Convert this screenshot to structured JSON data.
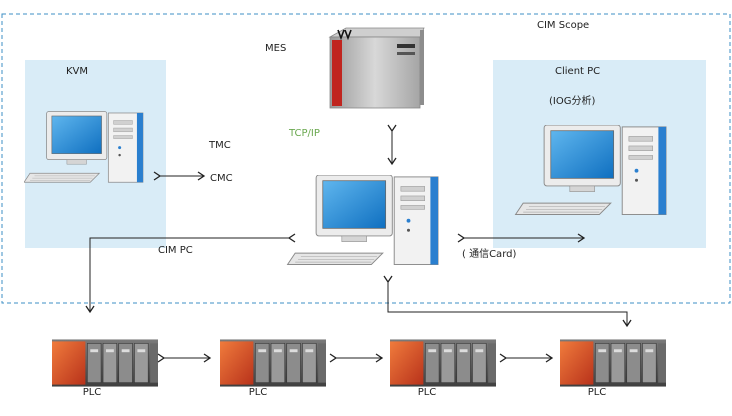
{
  "labels": {
    "cim_scope": "CIM Scope",
    "mes": "MES",
    "kvm": "KVM",
    "client_pc": "Client PC",
    "iog": "(IOG分析)",
    "tcp_ip": "TCP/IP",
    "tmc": "TMC",
    "cmc": "CMC",
    "cim_pc": "CIM PC",
    "card": "( 通信Card)",
    "plc": "PLC"
  },
  "plc_units": [
    {
      "label": "PLC"
    },
    {
      "label": "PLC"
    },
    {
      "label": "PLC"
    },
    {
      "label": "PLC"
    }
  ],
  "colors": {
    "scope_border": "#3d8fc4",
    "panel_fill": "#d9ecf7",
    "tcp_ip": "#6aa84f",
    "screen_blue": "#1e88d8",
    "plc_orange": "#e8542a"
  }
}
